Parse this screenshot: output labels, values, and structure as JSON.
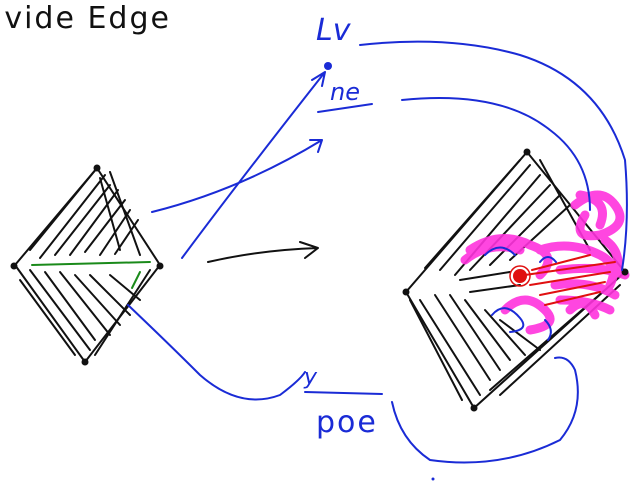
{
  "title_text": "ivide Edge",
  "labels": {
    "lv": "Lv",
    "ne": "ne",
    "poe": "poe",
    "y": "y"
  },
  "colors": {
    "black_ink": "#111111",
    "blue_ink": "#1a2bd6",
    "green_ink": "#1a8a1a",
    "red_ink": "#e01010",
    "pink_ink": "#ff33dd"
  }
}
